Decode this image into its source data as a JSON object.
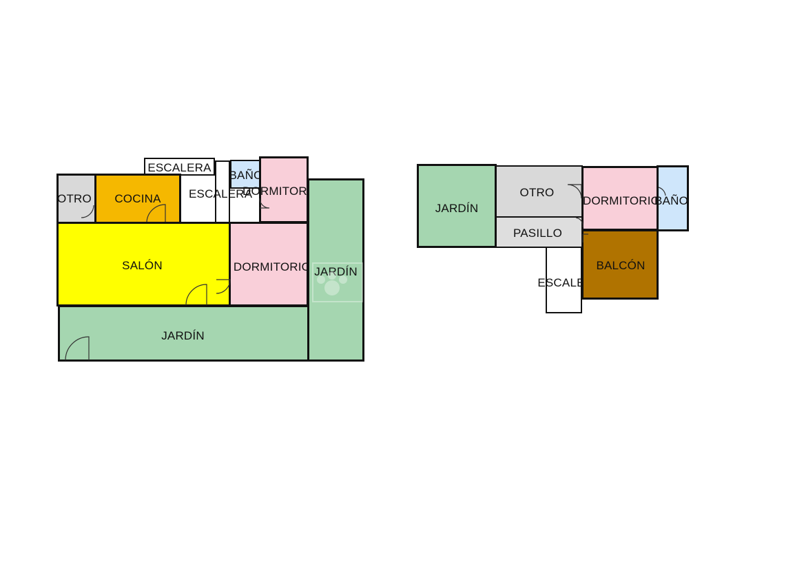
{
  "colors": {
    "otro": "#d9d9d9",
    "cocina": "#f5b800",
    "escalera": "#ffffff",
    "bano": "#cfe6fb",
    "dormitorio": "#f9cfd9",
    "jardin": "#a5d6b0",
    "salon": "#ffff00",
    "pasillo": "#dedede",
    "balcon": "#b07300"
  },
  "plan_left": {
    "otro": "OTRO",
    "cocina": "COCINA",
    "escalera_top": "ESCALERA",
    "escalera_mid": "ESCALERA",
    "bano": "BAÑO",
    "dormitorio_top": "DORMITORIO",
    "salon": "SALÓN",
    "dormitorio_mid": "DORMITORIO",
    "jardin_right": "JARDÍN",
    "jardin_bottom": "JARDÍN"
  },
  "plan_right": {
    "jardin": "JARDÍN",
    "otro": "OTRO",
    "dormitorio": "DORMITORIO",
    "bano": "BAÑO",
    "pasillo": "PASILLO",
    "escalera": "ESCALE",
    "balcon": "BALCÓN"
  }
}
